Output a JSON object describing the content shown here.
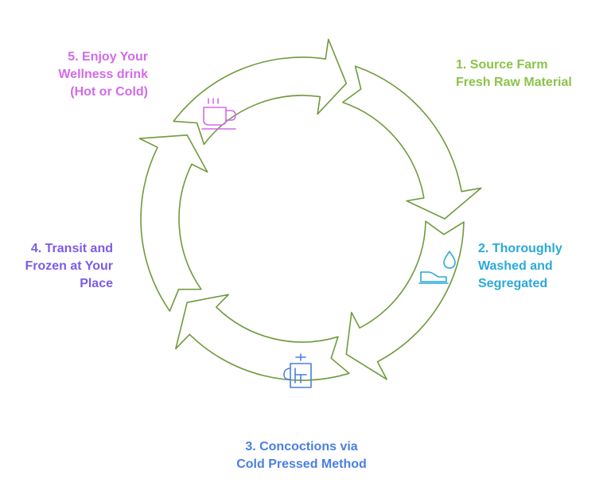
{
  "steps": [
    {
      "number": 1,
      "lines": [
        "1. Source Farm",
        "Fresh Raw Material"
      ],
      "color": "#8bc34a",
      "icon": "none"
    },
    {
      "number": 2,
      "lines": [
        "2. Thoroughly",
        "Washed and",
        "Segregated"
      ],
      "color": "#2aa9d8",
      "icon": "washing-hand-drop-icon"
    },
    {
      "number": 3,
      "lines": [
        "3. Concoctions via",
        "Cold Pressed Method"
      ],
      "color": "#4a7fe0",
      "icon": "cold-press-jug-icon"
    },
    {
      "number": 4,
      "lines": [
        "4. Transit and",
        "Frozen at Your",
        "Place"
      ],
      "color": "#7b5ce6",
      "icon": "none"
    },
    {
      "number": 5,
      "lines": [
        "5. Enjoy Your",
        "Wellness drink",
        "(Hot or Cold)"
      ],
      "color": "#d26be8",
      "icon": "coffee-cup-icon"
    }
  ],
  "ring": {
    "stroke_color": "#6f9a3c",
    "fill_color": "#ffffff"
  }
}
